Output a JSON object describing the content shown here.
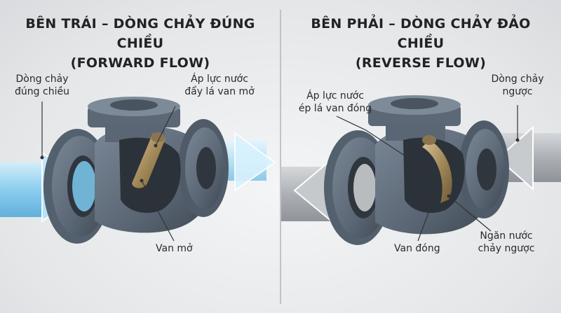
{
  "left": {
    "title_line1": "BÊN TRÁI – DÒNG CHẢY ĐÚNG CHIỀU",
    "title_line2": "(FORWARD FLOW)",
    "labels": {
      "flow_line1": "Dòng chảy",
      "flow_line2": "đúng chiều",
      "pressure_line1": "Áp lực nước",
      "pressure_line2": "đẩy lá van mở",
      "valve_state": "Van mở"
    }
  },
  "right": {
    "title_line1": "BÊN PHẢI – DÒNG CHẢY ĐẢO CHIỀU",
    "title_line2": "(REVERSE FLOW)",
    "labels": {
      "flow_line1": "Dòng chảy",
      "flow_line2": "ngược",
      "pressure_line1": "Áp lực nước",
      "pressure_line2": "ép lá van đóng",
      "valve_state": "Van đóng",
      "prevent_line1": "Ngăn nước",
      "prevent_line2": "chảy ngược"
    }
  },
  "colors": {
    "valve_body": "#5d6a78",
    "valve_dark": "#414b56",
    "water": "#8fd0ef",
    "grey_flow": "#aeb2b6",
    "disc": "#a38a5c"
  }
}
